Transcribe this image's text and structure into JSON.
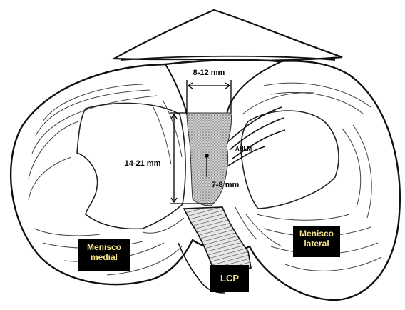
{
  "figure": {
    "width_label": "8-12 mm",
    "height_label": "14-21 mm",
    "offset_label": "7-8 mm",
    "ahlm_label": "AHLM"
  },
  "tags": {
    "medial_line1": "Menisco",
    "medial_line2": "medial",
    "lateral_line1": "Menisco",
    "lateral_line2": "lateral",
    "lcp": "LCP"
  },
  "colors": {
    "line": "#111111",
    "tag_bg": "#000000",
    "tag_text": "#f5e58a",
    "stipple": "#9a9a9a"
  }
}
